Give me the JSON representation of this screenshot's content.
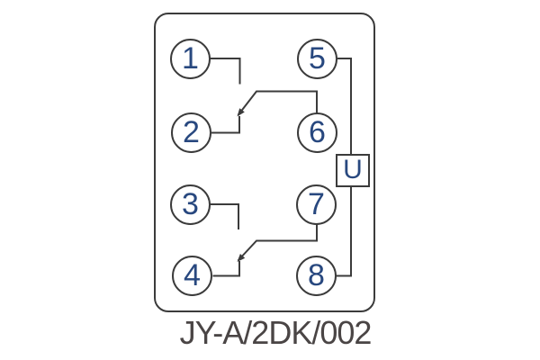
{
  "diagram": {
    "terminals": [
      "1",
      "2",
      "3",
      "4",
      "5",
      "6",
      "7",
      "8"
    ],
    "voltage_box_label": "U",
    "model_label": "JY-A/2DK/002"
  },
  "colors": {
    "line": "#3b3b3b",
    "digit": "#28487f",
    "label": "#4a4545",
    "background": "#ffffff"
  }
}
